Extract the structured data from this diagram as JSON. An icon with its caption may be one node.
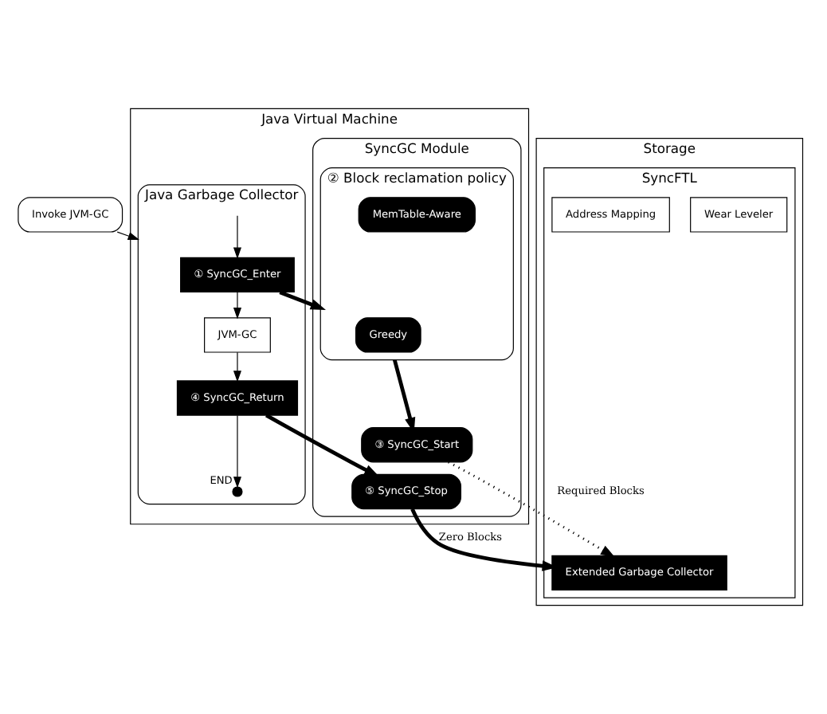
{
  "diagram": {
    "nodes": [
      {
        "text": [
          "Invoke JVM-GC"
        ]
      },
      {
        "text": [
          "Java Virtual Machine"
        ]
      },
      {
        "text": [
          "Java Garbage Collector"
        ],
        "in": 1
      },
      {
        "text": [
          "① SyncGC_Enter"
        ],
        "in": 2
      },
      {
        "text": [
          "JVM-GC"
        ],
        "in": 2
      },
      {
        "text": [
          "④ SyncGC_Return"
        ],
        "in": 2
      },
      {
        "text": [],
        "shape": "circle",
        "beside": [
          "END"
        ],
        "in": 2
      },
      {
        "text": [
          "SyncGC Module"
        ],
        "in": 1
      },
      {
        "text": [
          "② Block reclamation policy"
        ],
        "in": 7
      },
      {
        "text": [
          "Greedy"
        ],
        "in": 8
      },
      {
        "text": [
          "MemTable-Aware"
        ],
        "in": 8
      },
      {
        "text": [
          "③ SyncGC_Start"
        ],
        "in": 7
      },
      {
        "text": [
          "⑤ SyncGC_Stop"
        ],
        "in": 7
      },
      {
        "text": [
          "Storage"
        ]
      },
      {
        "text": [
          "SyncFTL"
        ],
        "in": 13
      },
      {
        "text": [
          "Wear Leveler"
        ],
        "in": 14
      },
      {
        "text": [
          "Address Mapping"
        ],
        "in": 14
      },
      {
        "text": [
          "Extended Garbage Collector"
        ],
        "in": 14
      }
    ],
    "edges": [
      {
        "from": 0,
        "to": 2,
        "arrow": "to"
      },
      {
        "from": null,
        "to": 3,
        "arrow": "to"
      },
      {
        "from": 3,
        "to": 4,
        "arrow": "to"
      },
      {
        "from": 4,
        "to": 5,
        "arrow": "to"
      },
      {
        "from": 5,
        "to": 6,
        "arrow": "to"
      },
      {
        "from": 3,
        "to": 8,
        "arrow": "to",
        "style": "thick"
      },
      {
        "from": 8,
        "to": 11,
        "arrow": "to",
        "style": "thick"
      },
      {
        "from": 5,
        "to": 12,
        "arrow": "to",
        "style": "thick"
      },
      {
        "from": 12,
        "to": 17,
        "arrow": "to",
        "style": "thick",
        "label": "Zero Blocks"
      },
      {
        "from": 11,
        "to": 17,
        "arrow": "to",
        "style": "dashed",
        "label": "Required Blocks"
      }
    ]
  }
}
